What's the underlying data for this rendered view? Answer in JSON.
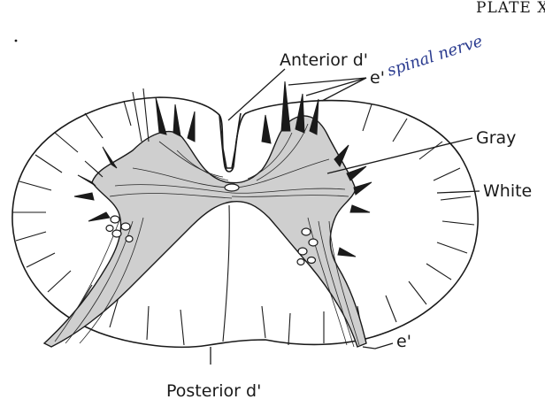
{
  "plate_header": "PLATE XI",
  "labels": {
    "anterior": "Anterior d'",
    "root_e_top": "e'",
    "gray": "Gray",
    "white": "White",
    "root_e_bottom": "e'",
    "posterior": "Posterior d'"
  },
  "annotation": "spinal nerve",
  "colors": {
    "ink": "#1a1a1a",
    "gray_matter": "#cfcfcf",
    "handwriting": "#2a3b8f"
  }
}
